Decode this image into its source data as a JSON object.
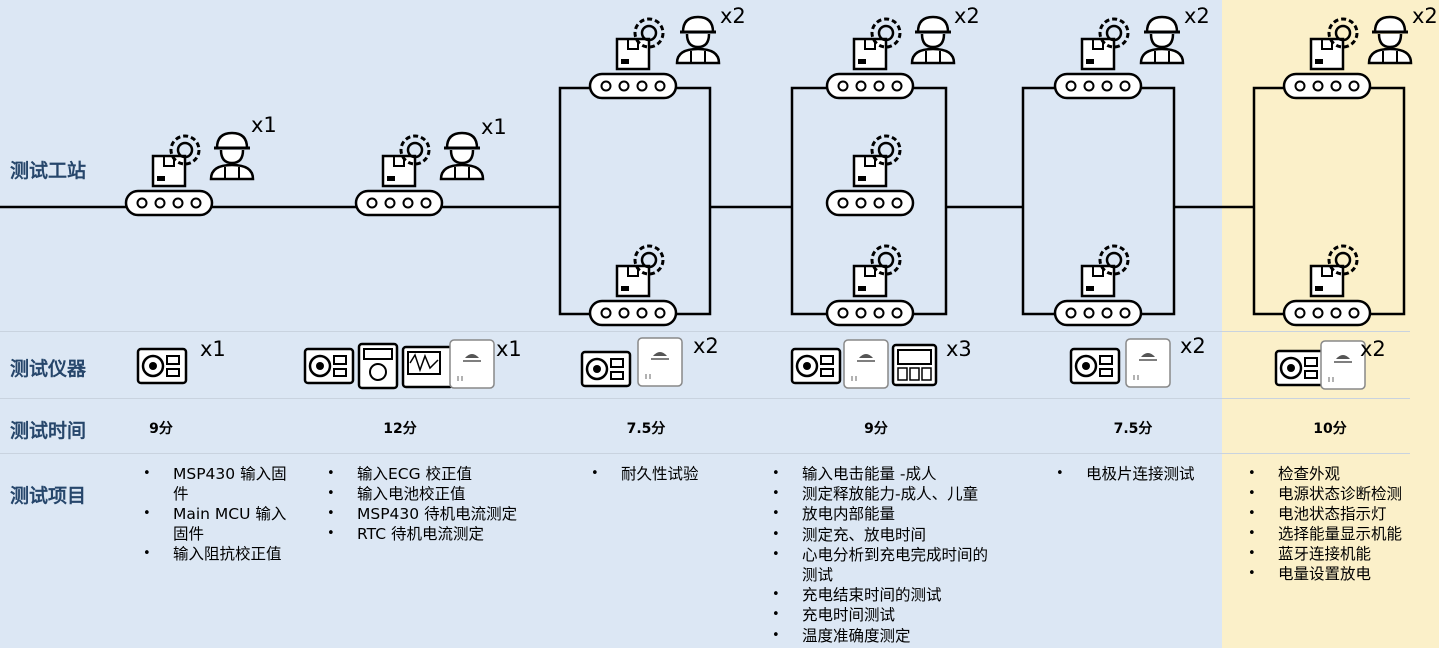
{
  "row_labels": {
    "stations": "测试工站",
    "instruments": "测试仪器",
    "time": "测试时间",
    "items": "测试项目"
  },
  "stages": [
    {
      "workers": "x1",
      "instruments": "x1",
      "time": "9分",
      "items": [
        "MSP430 输入固件",
        "Main MCU 输入固件",
        "输入阻抗校正值"
      ]
    },
    {
      "workers": "x1",
      "instruments": "x1",
      "time": "12分",
      "items": [
        "输入ECG 校正值",
        "输入电池校正值",
        "MSP430 待机电流测定",
        "RTC 待机电流测定"
      ]
    },
    {
      "workers": "x2",
      "instruments": "x2",
      "time": "7.5分",
      "items": [
        "耐久性试验"
      ]
    },
    {
      "workers": "x2",
      "instruments": "x3",
      "time": "9分",
      "items": [
        "输入电击能量 -成人",
        "测定释放能力-成人、儿童",
        "放电内部能量",
        "测定充、放电时间",
        "心电分析到充电完成时间的测试",
        "充电结束时间的测试",
        "充电时间测试",
        "温度准确度测定"
      ]
    },
    {
      "workers": "x2",
      "instruments": "x2",
      "time": "7.5分",
      "items": [
        "电极片连接测试"
      ]
    },
    {
      "workers": "x2",
      "instruments": "x2",
      "time": "10分",
      "items": [
        "检查外观",
        "电源状态诊断检测",
        "电池状态指示灯",
        "选择能量显示机能",
        "蓝牙连接机能",
        "电量设置放电"
      ]
    }
  ],
  "colors": {
    "panel_blue": "#dce7f4",
    "panel_yellow": "#fbf0c9",
    "label_text": "#26466b"
  }
}
